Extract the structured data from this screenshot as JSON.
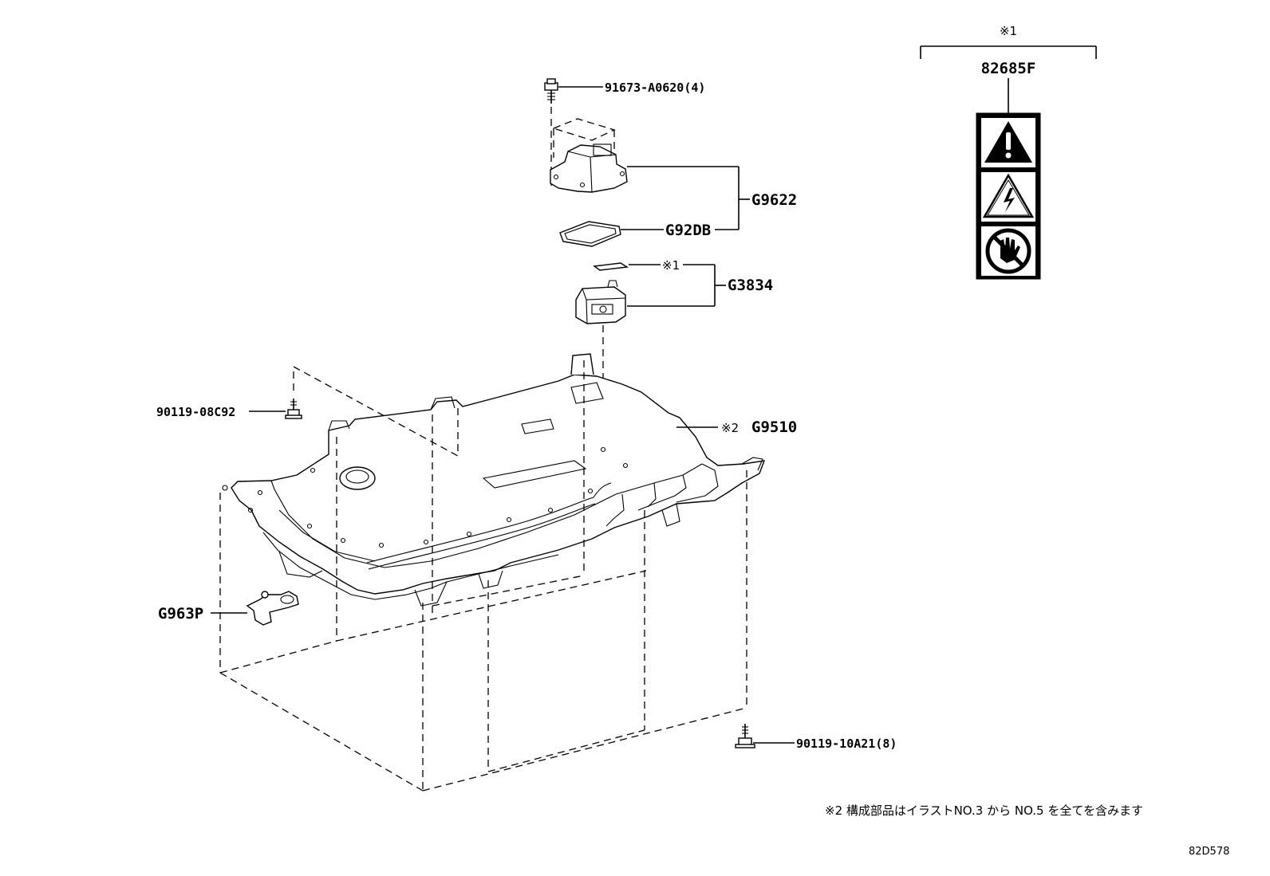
{
  "callouts": {
    "bolt_top": "91673-A0620(4)",
    "cover": "G9622",
    "gasket": "G92DB",
    "label_ref_mark": "※1",
    "plug_group": "G3834",
    "battery_mark": "※2",
    "battery": "G9510",
    "bolt_left": "90119-08C92",
    "sensor": "G963P",
    "bolt_bottom": "90119-10A21(8)",
    "caution_label": "82685F",
    "caution_header_mark": "※1"
  },
  "footnote": "※2 構成部品はイラストNO.3 から NO.5 を全てを含みます",
  "illustration_code": "82D578",
  "icons": [
    "warning-triangle-icon",
    "high-voltage-icon",
    "no-touch-icon"
  ]
}
